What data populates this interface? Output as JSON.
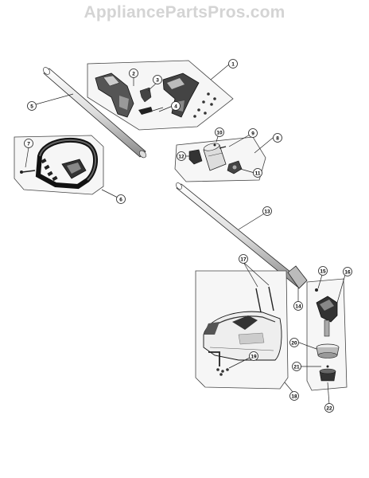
{
  "watermark": "AppliancePartsPros.com",
  "callouts": [
    {
      "id": "c1",
      "label": "1"
    },
    {
      "id": "c2",
      "label": "2"
    },
    {
      "id": "c3",
      "label": "3"
    },
    {
      "id": "c4",
      "label": "4"
    },
    {
      "id": "c5",
      "label": "5"
    },
    {
      "id": "c6",
      "label": "6"
    },
    {
      "id": "c7",
      "label": "7"
    },
    {
      "id": "c8",
      "label": "8"
    },
    {
      "id": "c9",
      "label": "9"
    },
    {
      "id": "c10",
      "label": "10"
    },
    {
      "id": "c11",
      "label": "11"
    },
    {
      "id": "c12",
      "label": "12"
    },
    {
      "id": "c13",
      "label": "13"
    },
    {
      "id": "c14",
      "label": "14"
    },
    {
      "id": "c15",
      "label": "15"
    },
    {
      "id": "c16",
      "label": "16"
    },
    {
      "id": "c17",
      "label": "17"
    },
    {
      "id": "c18",
      "label": "18"
    },
    {
      "id": "c19",
      "label": "19"
    },
    {
      "id": "c20",
      "label": "20"
    },
    {
      "id": "c21",
      "label": "21"
    },
    {
      "id": "c22",
      "label": "22"
    }
  ]
}
